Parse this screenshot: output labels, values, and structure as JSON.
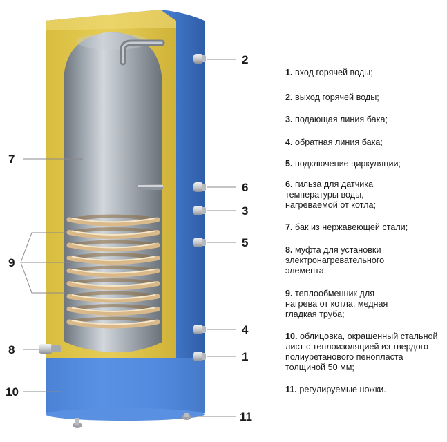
{
  "colors": {
    "casing_blue": "#4a82d8",
    "insulation_yellow": "#e0c64a",
    "tank_steel": "#a3abb4",
    "coil_copper": "#d9b98a"
  },
  "callouts": {
    "c1": "1",
    "c2": "2",
    "c3": "3",
    "c4": "4",
    "c5": "5",
    "c6": "6",
    "c7": "7",
    "c8": "8",
    "c9": "9",
    "c10": "10",
    "c11": "11"
  },
  "legend": [
    {
      "num": "1.",
      "text": "вход горячей воды;"
    },
    {
      "num": "2.",
      "text": "выход горячей воды;"
    },
    {
      "num": "3.",
      "text": "подающая линия бака;"
    },
    {
      "num": "4.",
      "text": "обратная линия бака;"
    },
    {
      "num": "5.",
      "text": "подключение циркуляции;"
    },
    {
      "num": "6.",
      "text": "гильза для датчика температуры воды, нагреваемой от котла;"
    },
    {
      "num": "7.",
      "text": "бак из нержавеющей стали;"
    },
    {
      "num": "8.",
      "text": "муфта для установки электронагревательного элемента;"
    },
    {
      "num": "9.",
      "text": "теплообменник для нагрева от котла, медная гладкая труба;"
    },
    {
      "num": "10.",
      "text": "облицовка, окрашенный стальной лист с теплоизоляцией из твердого полиуретанового пенопласта толщиной 50 мм;"
    },
    {
      "num": "11.",
      "text": "регулируемые ножки."
    }
  ]
}
